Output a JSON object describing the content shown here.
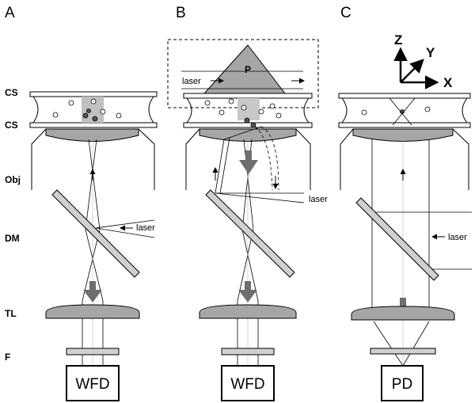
{
  "panels": [
    {
      "letter": "A",
      "detector": "WFD"
    },
    {
      "letter": "B",
      "detector": "WFD",
      "prism": "P"
    },
    {
      "letter": "C",
      "detector": "PD"
    }
  ],
  "row_labels": [
    "CS",
    "CS",
    "Obj",
    "DM",
    "TL",
    "F"
  ],
  "annotations": {
    "laser": "laser"
  },
  "axes": {
    "z": "Z",
    "y": "Y",
    "x": "X"
  },
  "colors": {
    "lens_fill": "#a6a6a6",
    "filter_fill": "#d0d0d0",
    "sample_fill": "#c0c0c0",
    "arrow_fill": "#6e6e6e",
    "line": "#000000"
  }
}
